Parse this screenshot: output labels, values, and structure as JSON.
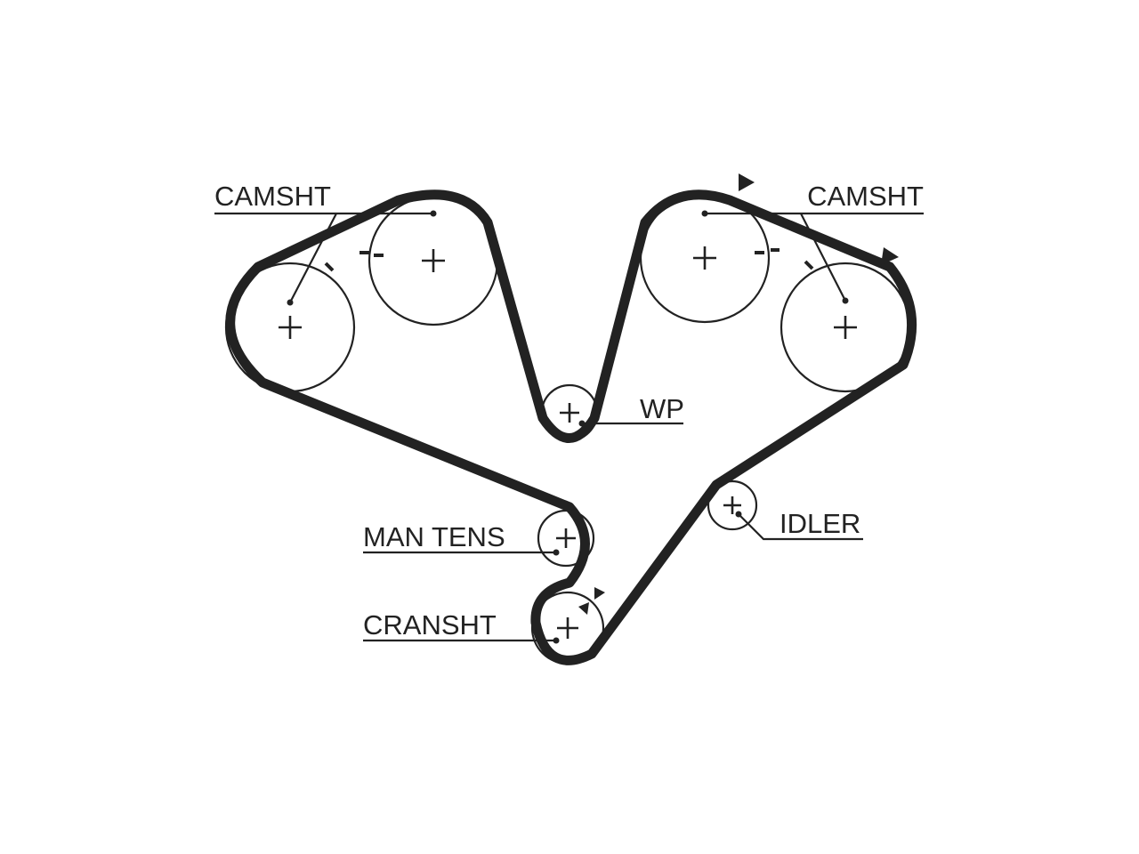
{
  "diagram": {
    "labels": {
      "camshaft_left": "CAMSHT",
      "camshaft_right": "CAMSHT",
      "water_pump": "WP",
      "manual_tensioner": "MAN TENS",
      "idler": "IDLER",
      "crankshaft": "CRANSHT"
    },
    "colors": {
      "ink": "#222222",
      "background": "#ffffff"
    }
  }
}
